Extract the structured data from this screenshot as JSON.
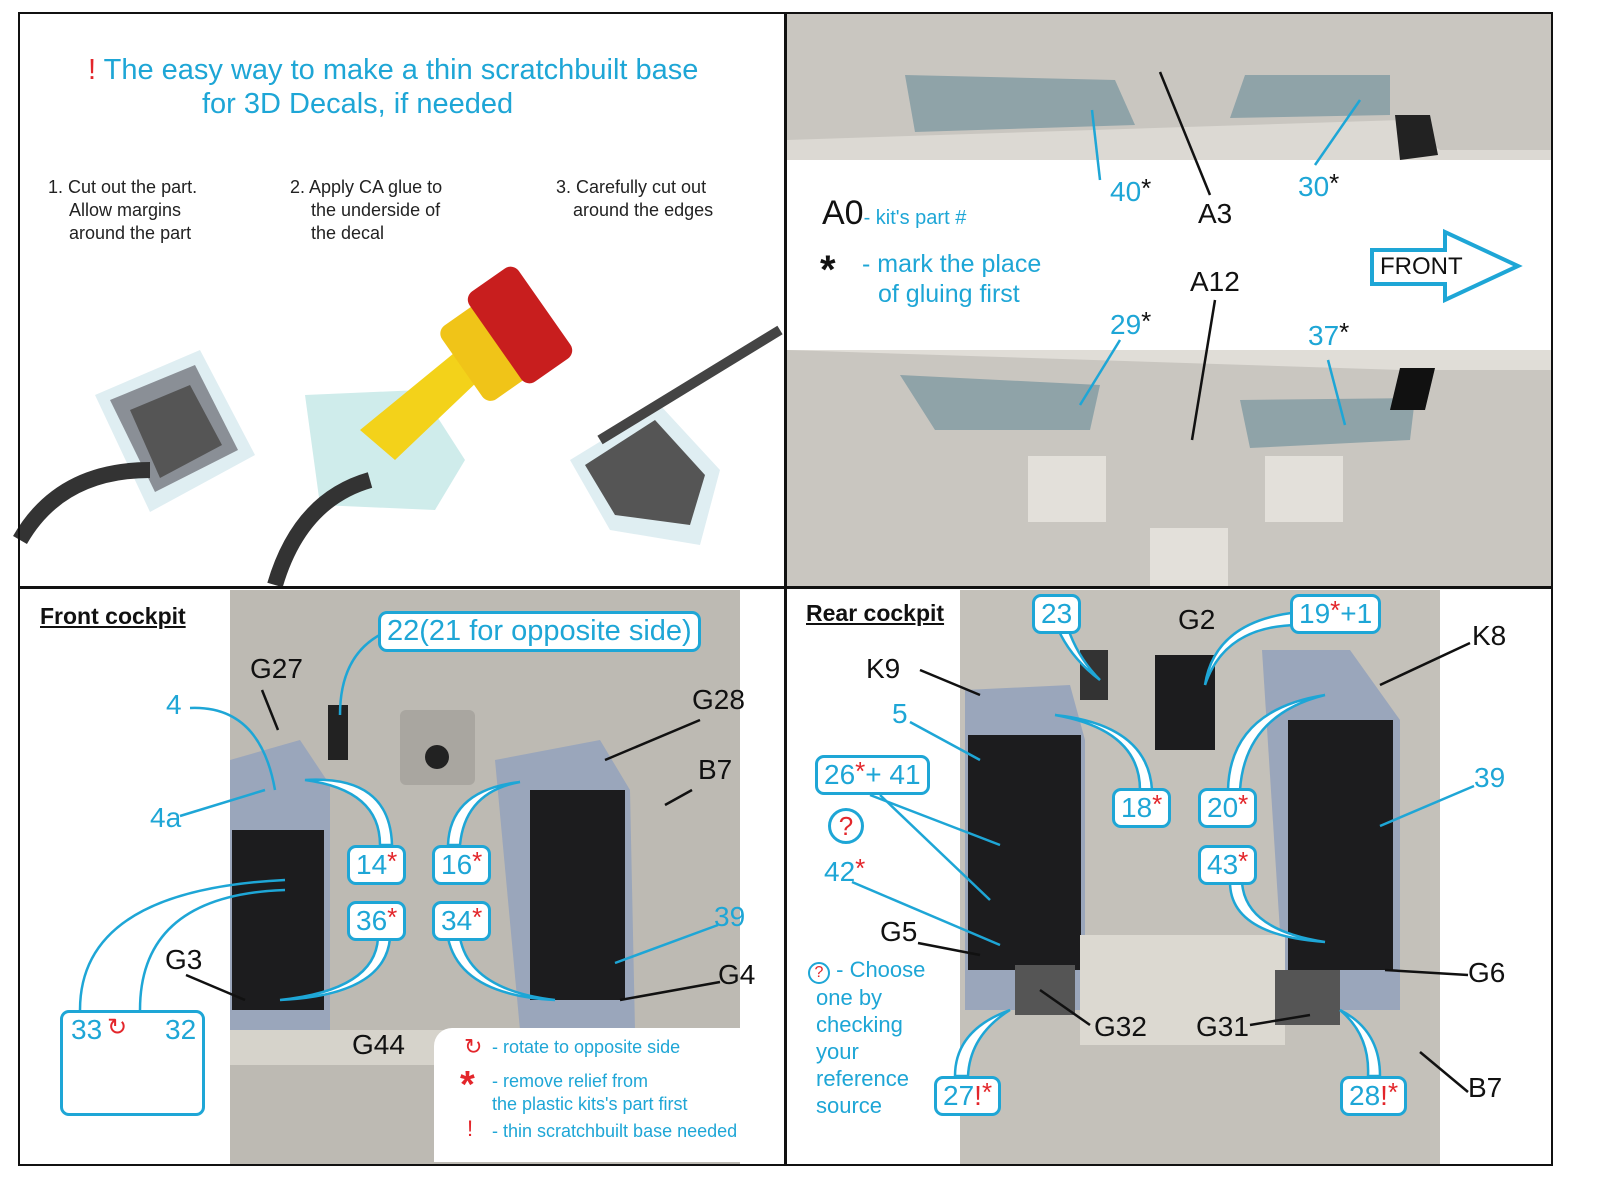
{
  "intro": {
    "title_mark": "!",
    "title_line1": "The easy way to make a thin scratchbuilt base",
    "title_line2": "for 3D Decals, if needed",
    "steps": [
      {
        "lines": [
          "1. Cut out the part.",
          "Allow margins",
          "around the part"
        ]
      },
      {
        "lines": [
          "2. Apply CA glue to",
          "the underside of",
          "the decal"
        ]
      },
      {
        "lines": [
          "3. Carefully cut out",
          "around the edges"
        ]
      }
    ]
  },
  "side_view": {
    "legend_part": "A0",
    "legend_part_text": "- kit's part #",
    "legend_star": "*",
    "legend_star_line1": "- mark the place",
    "legend_star_line2": "of gluing first",
    "front_label": "FRONT",
    "labels": {
      "p40": "40",
      "a3": "A3",
      "p30": "30",
      "a12": "A12",
      "p29": "29",
      "p37": "37"
    }
  },
  "front_cockpit": {
    "heading": "Front cockpit",
    "callout_22": "22(21 for opposite side)",
    "g27": "G27",
    "p4": "4",
    "p4a": "4a",
    "g28": "G28",
    "b7": "B7",
    "p14": "14",
    "p16": "16",
    "p36": "36",
    "p34": "34",
    "p39": "39",
    "g3": "G3",
    "g4": "G4",
    "g44": "G44",
    "p33": "33",
    "p32": "32"
  },
  "legend": {
    "rotate": "- rotate to opposite side",
    "star_line1": "- remove relief from",
    "star_line2": "the plastic kits's part first",
    "excl": "!",
    "excl_text": "- thin scratchbuilt base needed"
  },
  "rear_cockpit": {
    "heading": "Rear cockpit",
    "p23": "23",
    "g2": "G2",
    "p19": "19",
    "p19_plus": "+1",
    "k8": "K8",
    "k9": "K9",
    "p5": "5",
    "p26": "26",
    "p26_plus": "+ 41",
    "question": "?",
    "p42": "42",
    "p18": "18",
    "p20": "20",
    "p39": "39",
    "p43": "43",
    "g5": "G5",
    "g6": "G6",
    "g32": "G32",
    "g31": "G31",
    "p27": "27",
    "p28": "28",
    "excl": "!",
    "choose_lines": [
      "- Choose",
      "one by",
      "checking",
      "your",
      "reference",
      "source"
    ]
  },
  "star": "*",
  "colors": {
    "accent": "#1ea6d6",
    "warning": "#e3262b",
    "plastic": "#c8c5bd",
    "panel": "#9aa6bb"
  }
}
